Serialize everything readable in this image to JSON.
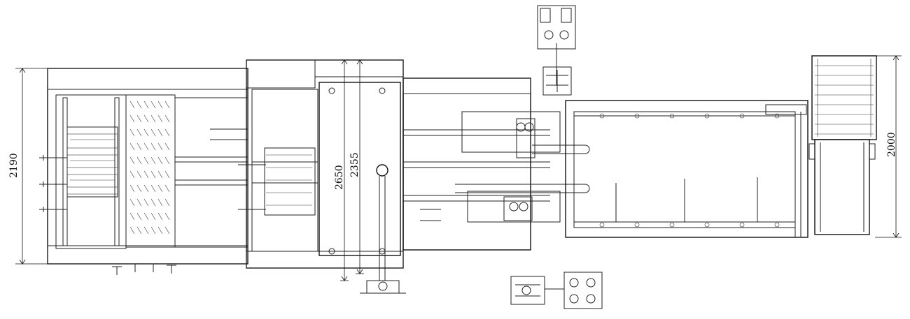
{
  "dimensions": {
    "left_height": "2190",
    "center_outer": "2650",
    "center_inner": "2355",
    "right_height": "2000"
  }
}
